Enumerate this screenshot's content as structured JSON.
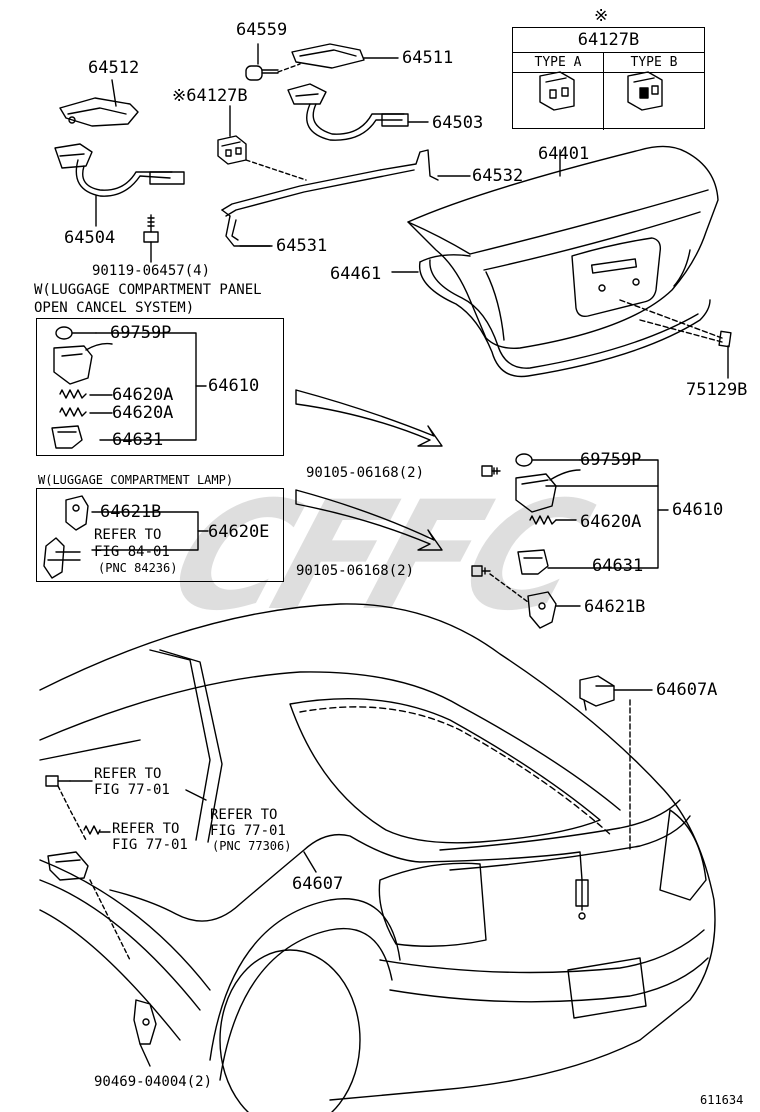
{
  "type_table": {
    "mark": "※",
    "code": "64127B",
    "type_a": "TYPE A",
    "type_b": "TYPE B"
  },
  "labels": {
    "p64559": "64559",
    "p64512": "64512",
    "p64511": "64511",
    "p64127b": "※64127B",
    "p64503": "64503",
    "p64401": "64401",
    "p64532": "64532",
    "p64504": "64504",
    "p64531": "64531",
    "p90119": "90119-06457(4)",
    "p64461": "64461",
    "p75129b": "75129B",
    "p69759p_r": "69759P",
    "p90105_a": "90105-06168(2)",
    "p64620a_r": "64620A",
    "p64610_r": "64610",
    "p90105_b": "90105-06168(2)",
    "p64631_r": "64631",
    "p64621b_r": "64621B",
    "p64607a": "64607A",
    "p64607": "64607",
    "p90469": "90469-04004(2)"
  },
  "panel_box": {
    "title_1": "W(LUGGAGE COMPARTMENT PANEL",
    "title_2": "OPEN CANCEL SYSTEM)",
    "p69759p": "69759P",
    "p64620a_1": "64620A",
    "p64620a_2": "64620A",
    "p64631": "64631",
    "p64610": "64610"
  },
  "lamp_box": {
    "title": "W(LUGGAGE COMPARTMENT LAMP)",
    "p64621b": "64621B",
    "refer": "REFER TO",
    "fig": "FIG 84-01",
    "pnc": "(PNC 84236)",
    "p64620e": "64620E"
  },
  "refs": {
    "refer_1": "REFER TO",
    "fig_1": "FIG 77-01",
    "refer_2": "REFER TO",
    "fig_2": "FIG 77-01",
    "refer_3": "REFER TO",
    "fig_3": "FIG 77-01",
    "pnc_3": "(PNC 77306)"
  },
  "footer": {
    "code": "611634"
  },
  "watermark": "CFFC"
}
